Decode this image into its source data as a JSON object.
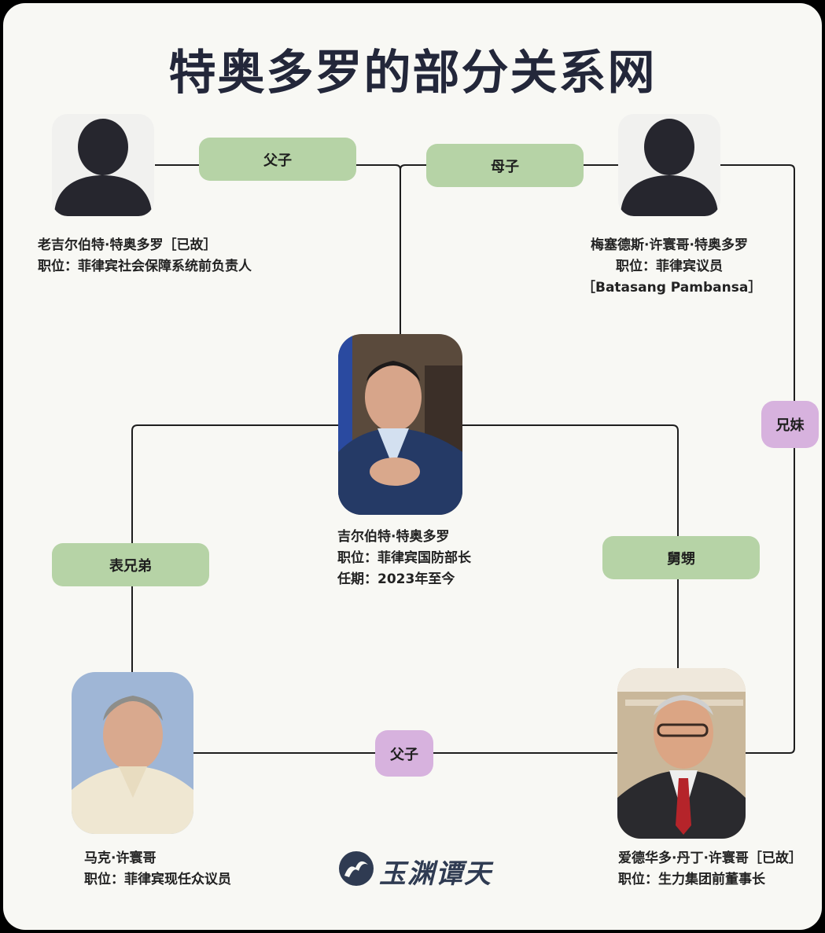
{
  "title": "特奥多罗的部分关系网",
  "relations": {
    "father_son_top": "父子",
    "mother_son": "母子",
    "siblings": "兄妹",
    "cousins": "表兄弟",
    "uncle_nephew": "舅甥",
    "father_son_bottom": "父子"
  },
  "people": {
    "elder_gilbert": {
      "name": "老吉尔伯特·特奥多罗［已故］",
      "role": "职位：菲律宾社会保障系统前负责人"
    },
    "mercedes": {
      "name": "梅塞德斯·许寰哥·特奥多罗",
      "role": "职位：菲律宾议员",
      "role_note": "［Batasang Pambansa］"
    },
    "gilbert": {
      "name": "吉尔伯特·特奥多罗",
      "role": "职位：菲律宾国防部长",
      "term": "任期：2023年至今"
    },
    "mark": {
      "name": "马克·许寰哥",
      "role": "职位：菲律宾现任众议员"
    },
    "eduardo": {
      "name": "爱德华多·丹丁·许寰哥［已故］",
      "role": "职位：生力集团前董事长"
    }
  },
  "logo": {
    "text": "玉渊谭天"
  },
  "colors": {
    "green_pill": "#b6d3a6",
    "purple_pill": "#d7b2de",
    "title": "#23273a",
    "line": "#1e1e1e"
  }
}
